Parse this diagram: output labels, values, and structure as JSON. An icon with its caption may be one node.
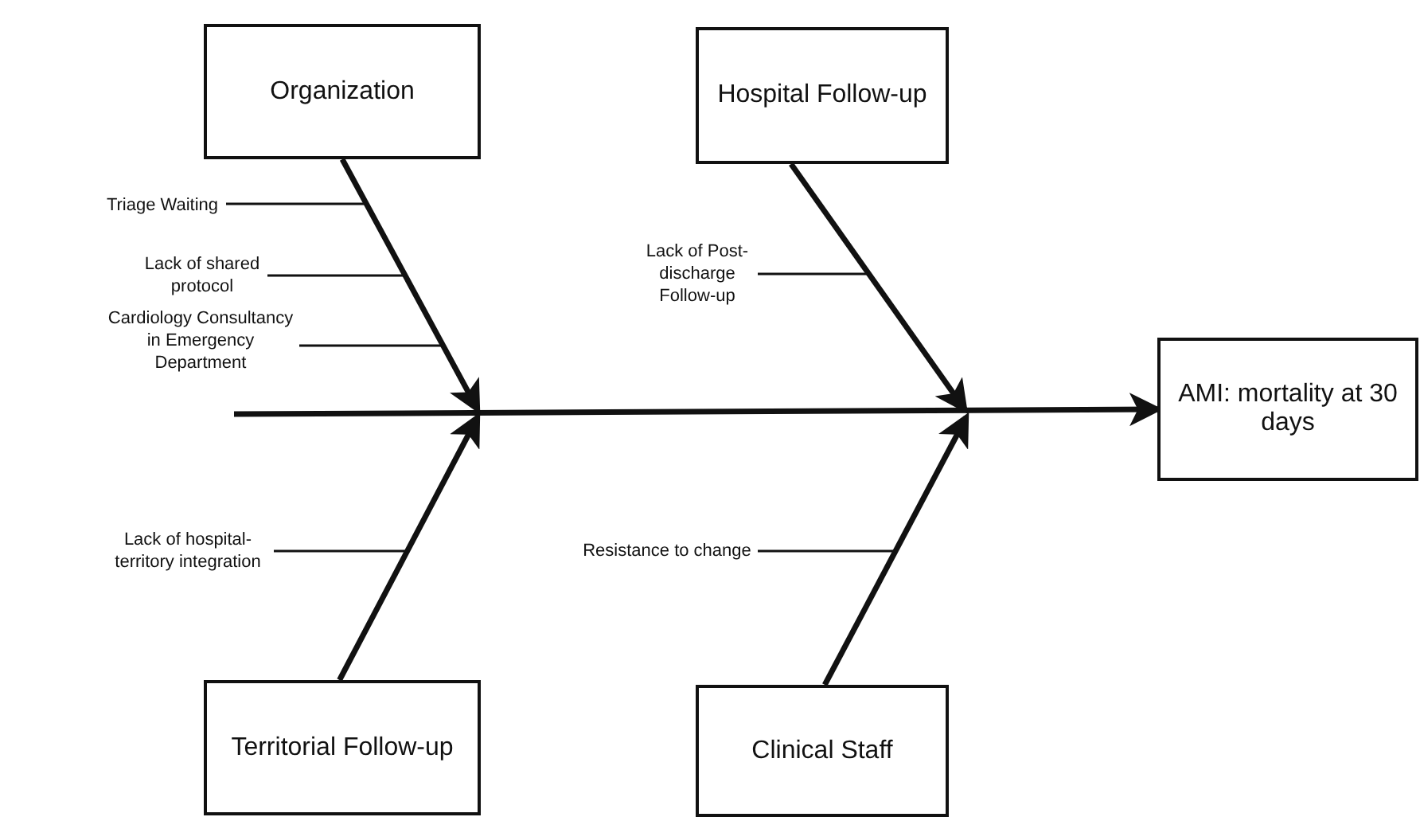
{
  "diagram": {
    "nodes": [
      {
        "text": [
          "Organization"
        ]
      },
      {
        "text": [
          "Hospital Follow-up"
        ]
      },
      {
        "text": [
          "AMI: mortality at 30 days"
        ]
      },
      {
        "text": [
          "Territorial Follow-up"
        ]
      },
      {
        "text": [
          "Clinical Staff"
        ]
      },
      {
        "text": [
          "Triage Waiting"
        ]
      },
      {
        "text": [
          "Lack of shared protocol"
        ]
      },
      {
        "text": [
          "Cardiology Consultancy in Emergency Department"
        ]
      },
      {
        "text": [
          "Lack of Post-discharge Follow-up"
        ]
      },
      {
        "text": [
          "Lack of hospital-territory integration"
        ]
      },
      {
        "text": [
          "Resistance to change"
        ]
      }
    ],
    "edges": [
      {
        "from": null,
        "to": 2,
        "arrow": "to",
        "style": "thick"
      },
      {
        "from": 0,
        "to": null,
        "arrow": "to",
        "style": "thick"
      },
      {
        "from": 1,
        "to": null,
        "arrow": "to",
        "style": "thick"
      },
      {
        "from": 3,
        "to": null,
        "arrow": "to",
        "style": "thick"
      },
      {
        "from": 4,
        "to": null,
        "arrow": "to",
        "style": "thick"
      },
      {
        "from": 5,
        "to": null,
        "arrow": "none"
      },
      {
        "from": 6,
        "to": null,
        "arrow": "none"
      },
      {
        "from": 7,
        "to": null,
        "arrow": "none"
      },
      {
        "from": 8,
        "to": null,
        "arrow": "none"
      },
      {
        "from": 9,
        "to": null,
        "arrow": "none"
      },
      {
        "from": 10,
        "to": null,
        "arrow": "none"
      }
    ]
  }
}
